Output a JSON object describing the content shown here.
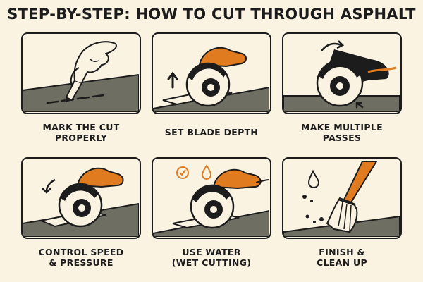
{
  "title": "STEP-BY-STEP: HOW TO CUT THROUGH ASPHALT",
  "colors": {
    "background": "#fbf3e2",
    "outline": "#1c1c1c",
    "asphalt": "#6e6e62",
    "accent": "#e07b1f",
    "water": "#2f9fd2"
  },
  "steps": [
    {
      "icon": "hand-marking-pencil-icon",
      "line1": "MARK THE CUT",
      "line2": "PROPERLY"
    },
    {
      "icon": "circular-saw-depth-icon",
      "line1": "SET BLADE DEPTH",
      "line2": ""
    },
    {
      "icon": "circular-saw-passes-icon",
      "line1": "MAKE MULTIPLE",
      "line2": "PASSES"
    },
    {
      "icon": "circular-saw-speed-icon",
      "line1": "CONTROL SPEED",
      "line2": "& PRESSURE"
    },
    {
      "icon": "circular-saw-water-icon",
      "line1": "USE WATER",
      "line2": "(WET CUTTING)"
    },
    {
      "icon": "broom-cleanup-icon",
      "line1": "FINISH &",
      "line2": "CLEAN UP"
    }
  ]
}
